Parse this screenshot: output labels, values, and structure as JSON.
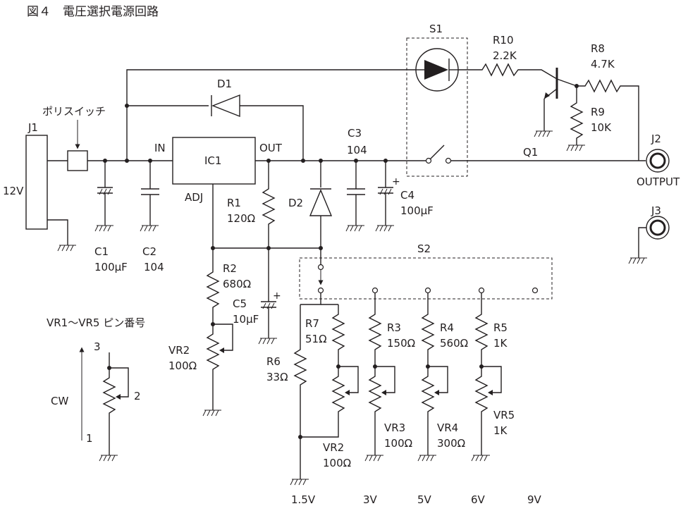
{
  "title": "図４　電圧選択電源回路",
  "labels": {
    "J1": "J1",
    "v12": "12V",
    "polyswitch": "ポリスイッチ",
    "C1": "C1",
    "C1v": "100μF",
    "C2": "C2",
    "C2v": "104",
    "IN": "IN",
    "IC1": "IC1",
    "OUT": "OUT",
    "ADJ": "ADJ",
    "D1": "D1",
    "R1": "R1",
    "R1v": "120Ω",
    "D2": "D2",
    "C3": "C3",
    "C3v": "104",
    "C4": "C4",
    "C4v": "100μF",
    "S1": "S1",
    "R10": "R10",
    "R10v": "2.2K",
    "R8": "R8",
    "R8v": "4.7K",
    "R9": "R9",
    "R9v": "10K",
    "Q1": "Q1",
    "J2": "J2",
    "OUTPUT": "OUTPUT",
    "J3": "J3",
    "R2": "R2",
    "R2v": "680Ω",
    "C5": "C5",
    "C5v": "10μF",
    "VR2a": "VR2",
    "VR2av": "100Ω",
    "S2": "S2",
    "R7": "R7",
    "R7v": "51Ω",
    "R6": "R6",
    "R6v": "33Ω",
    "VR2b": "VR2",
    "VR2bv": "100Ω",
    "R3": "R3",
    "R3v": "150Ω",
    "VR3": "VR3",
    "VR3v": "100Ω",
    "R4": "R4",
    "R4v": "560Ω",
    "VR4": "VR4",
    "VR4v": "300Ω",
    "R5": "R5",
    "R5v": "1K",
    "VR5": "VR5",
    "VR5v": "1K",
    "o15": "1.5V",
    "o3": "3V",
    "o5": "5V",
    "o6": "6V",
    "o9": "9V",
    "legend": "VR1〜VR5 ピン番号",
    "pin3": "3",
    "pin2": "2",
    "pin1": "1",
    "cw": "CW"
  }
}
